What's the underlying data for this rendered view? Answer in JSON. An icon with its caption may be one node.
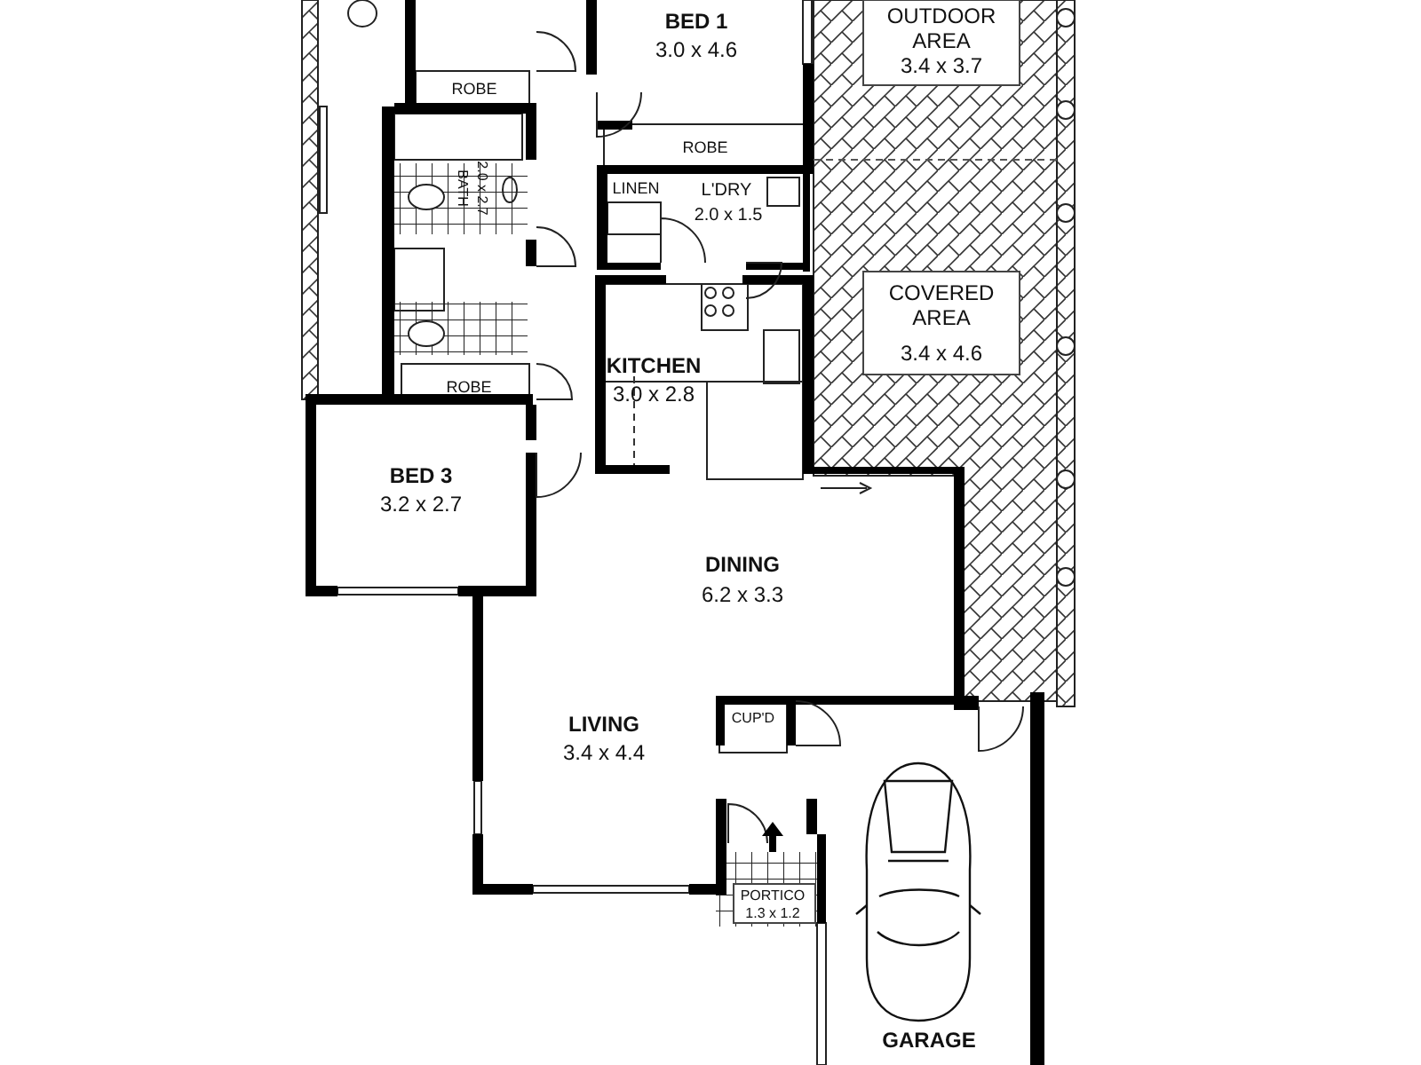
{
  "diagram": {
    "labels": [
      "BED 1",
      "3.0 x 4.6",
      "OUTDOOR AREA",
      "3.4 x 3.7",
      "ROBE",
      "ROBE",
      "BATH",
      "2.0 x 2.7",
      "LINEN",
      "L'DRY",
      "2.0 x 1.5",
      "COVERED AREA",
      "3.4 x 4.6",
      "KITCHEN",
      "3.0 x 2.8",
      "ROBE",
      "BED 3",
      "3.2 x 2.7",
      "DINING",
      "6.2 x 3.3",
      "CUP'D",
      "LIVING",
      "3.4 x 4.4",
      "PORTICO",
      "1.3 x 1.2",
      "GARAGE"
    ]
  }
}
